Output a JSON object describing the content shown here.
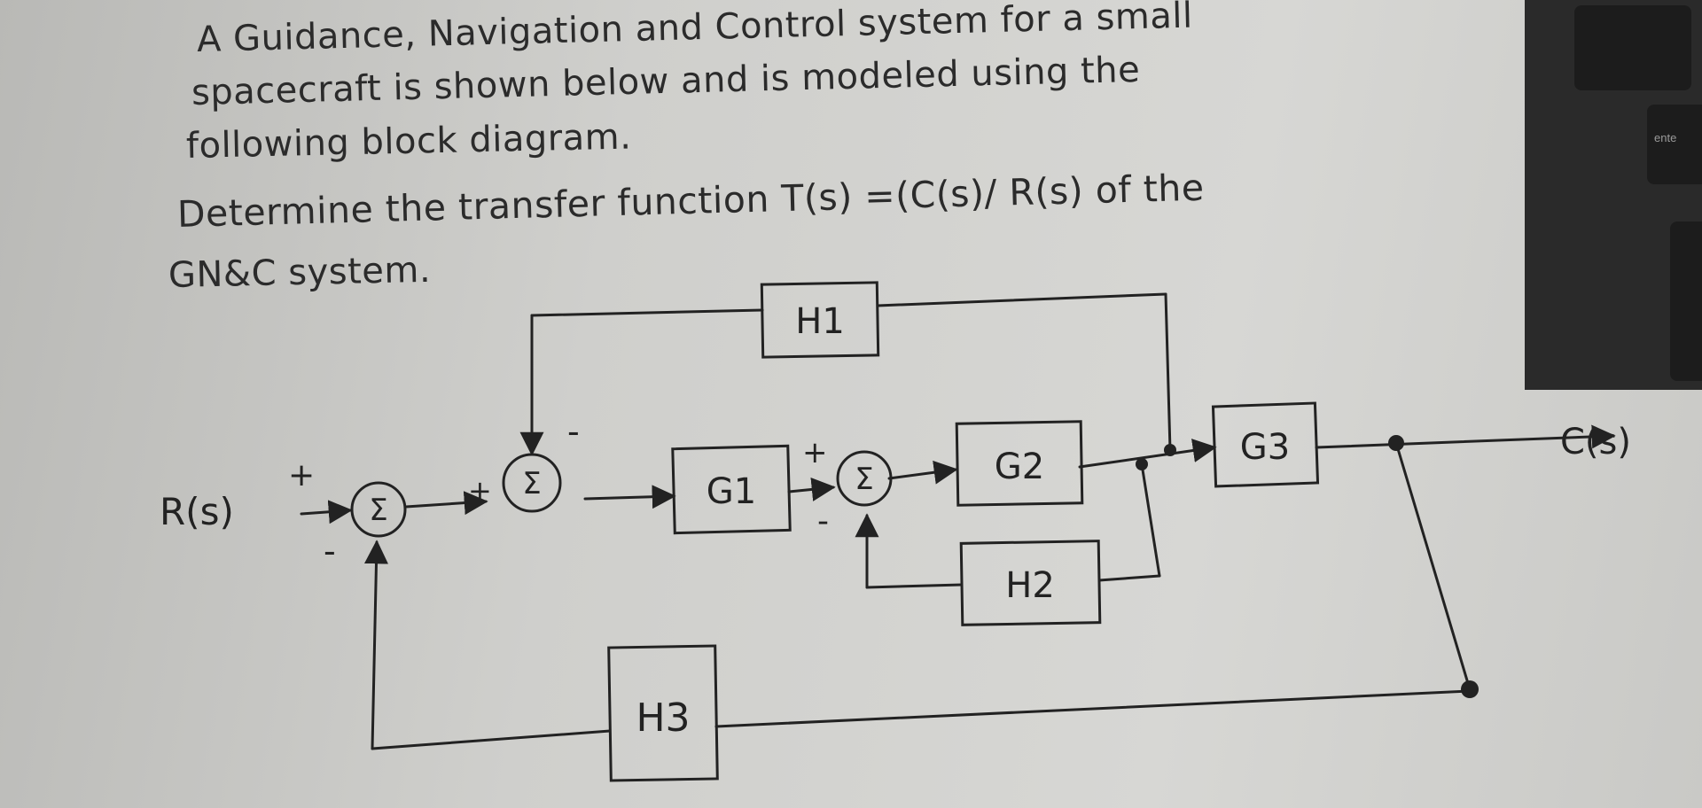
{
  "question": {
    "line1": "A Guidance, Navigation and Control system for a small",
    "line2": "spacecraft is shown below and is modeled using the",
    "line3": "following block diagram.",
    "line4": "Determine the transfer function T(s) =(C(s)/ R(s) of the",
    "line5": "GN&C system."
  },
  "diagram": {
    "input_label": "R(s)",
    "output_label": "C(s)",
    "blocks": {
      "g1": "G1",
      "g2": "G2",
      "g3": "G3",
      "h1": "H1",
      "h2": "H2",
      "h3": "H3"
    },
    "summing_symbol": "Σ",
    "signs": {
      "s1_plus": "+",
      "s1_minus": "-",
      "s2_plus": "+",
      "s2_minus": "-",
      "s3_plus": "+",
      "s3_minus": "-"
    }
  },
  "keyboard": {
    "key_label": "ente"
  }
}
